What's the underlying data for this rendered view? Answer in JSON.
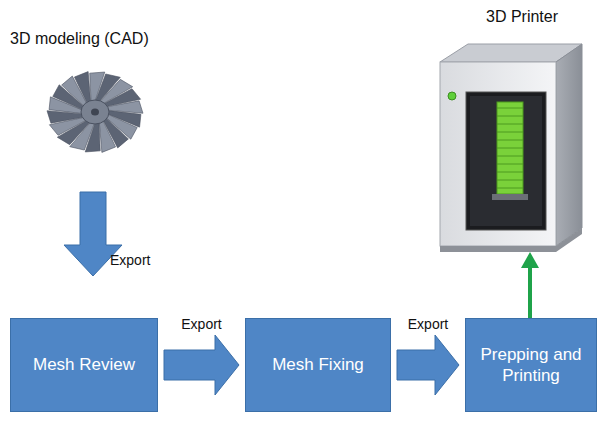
{
  "diagram": {
    "nodes": [
      {
        "text": [
          "Mesh Review"
        ]
      },
      {
        "text": [
          "Mesh Fixing"
        ]
      },
      {
        "text": [
          "Prepping and Printing"
        ]
      }
    ],
    "edges": [
      {
        "from": 0,
        "to": 1,
        "label": "Export",
        "arrow": "to"
      },
      {
        "from": 1,
        "to": 2,
        "label": "Export",
        "arrow": "to"
      }
    ],
    "labels": [
      "3D modeling (CAD)",
      "3D Printer",
      "Export"
    ]
  }
}
